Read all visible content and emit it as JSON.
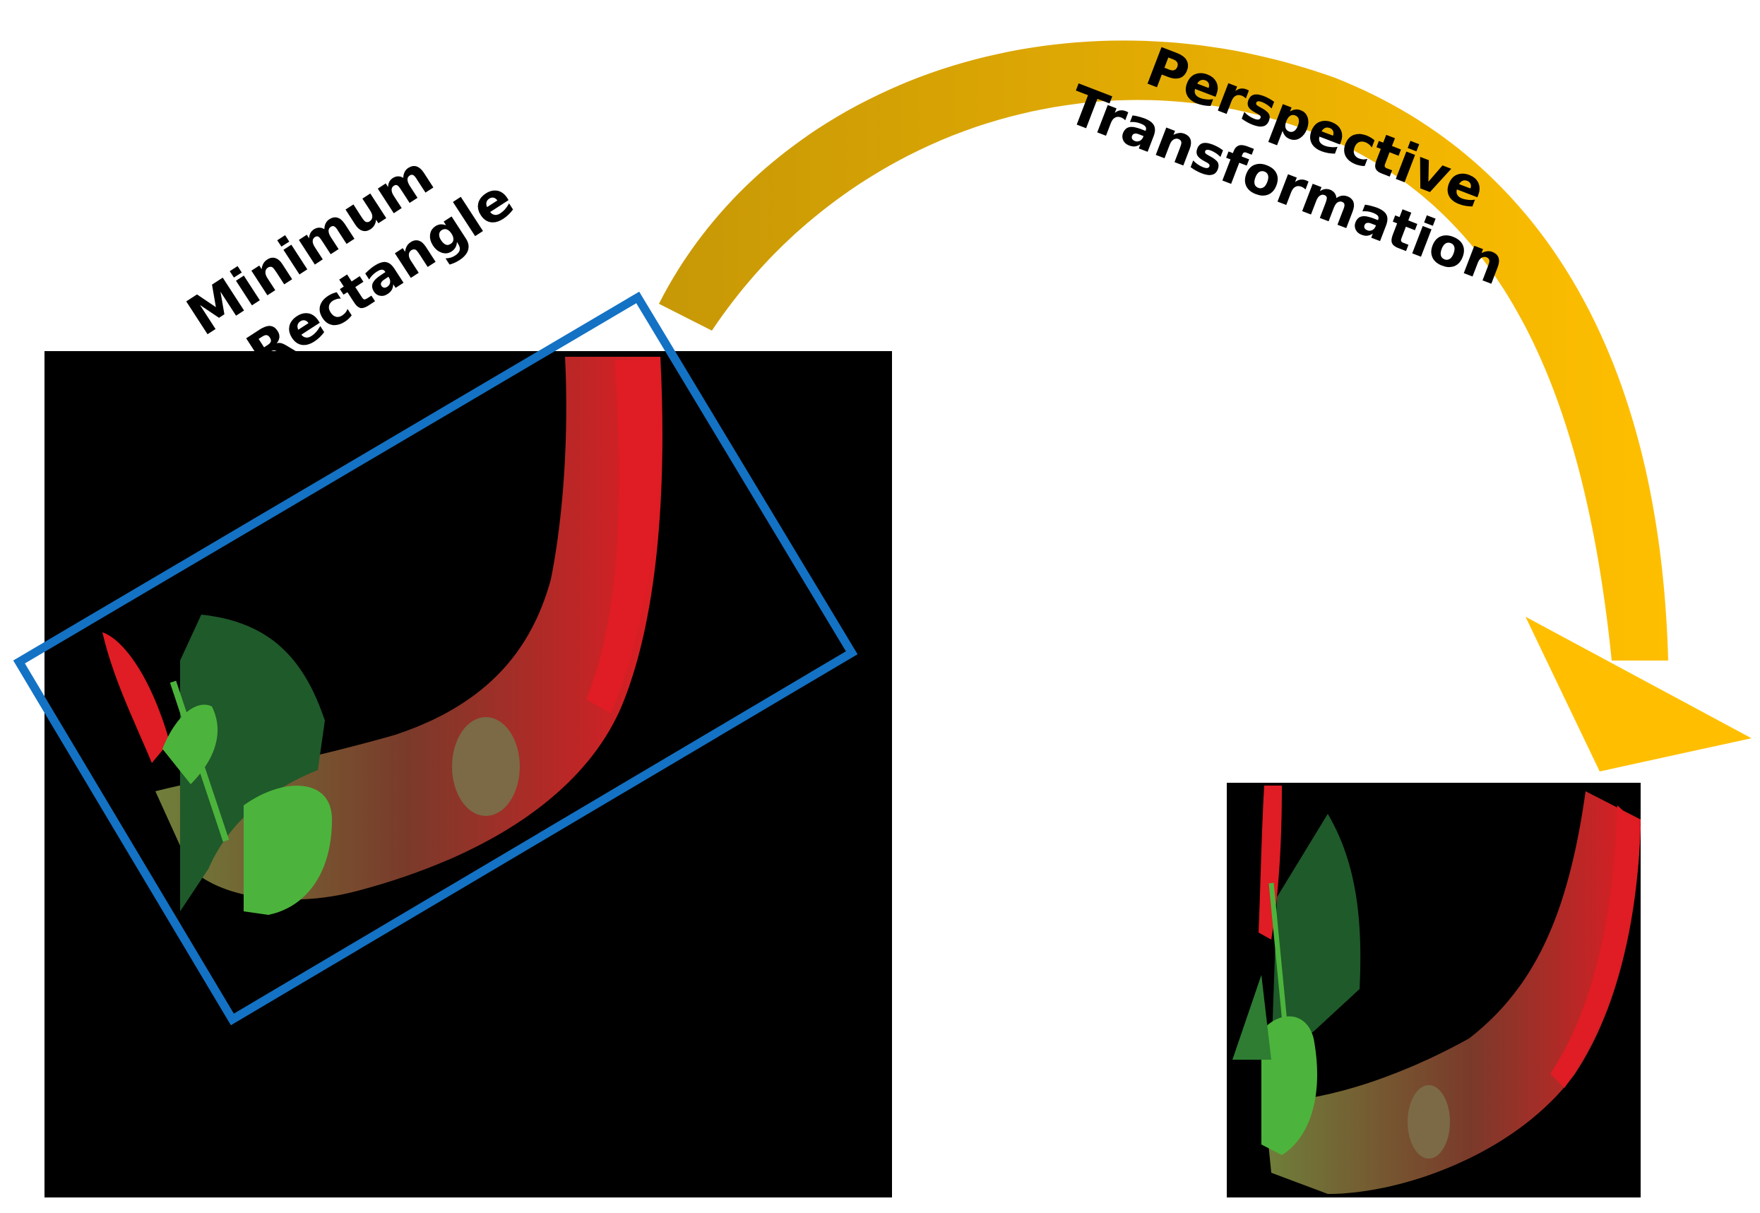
{
  "labels": {
    "min_rect_line1": "Minimum",
    "min_rect_line2": "Rectangle",
    "persp_line1": "Perspective",
    "persp_line2": "Transformation"
  },
  "colors": {
    "background": "#ffffff",
    "panel": "#000000",
    "box": "#1372c4",
    "arrow_start": "#c79806",
    "arrow_end": "#ffbf00",
    "stem_red": "#e01c24",
    "stem_brown": "#7a3a2a",
    "stem_green": "#6f7f3a",
    "leaf_dark": "#1f5a2a",
    "leaf_light": "#4cb43c"
  },
  "icons": {
    "source_panel": "original-stem-photo",
    "result_panel": "transformed-stem-photo",
    "arrow": "curved-arrow-icon"
  }
}
